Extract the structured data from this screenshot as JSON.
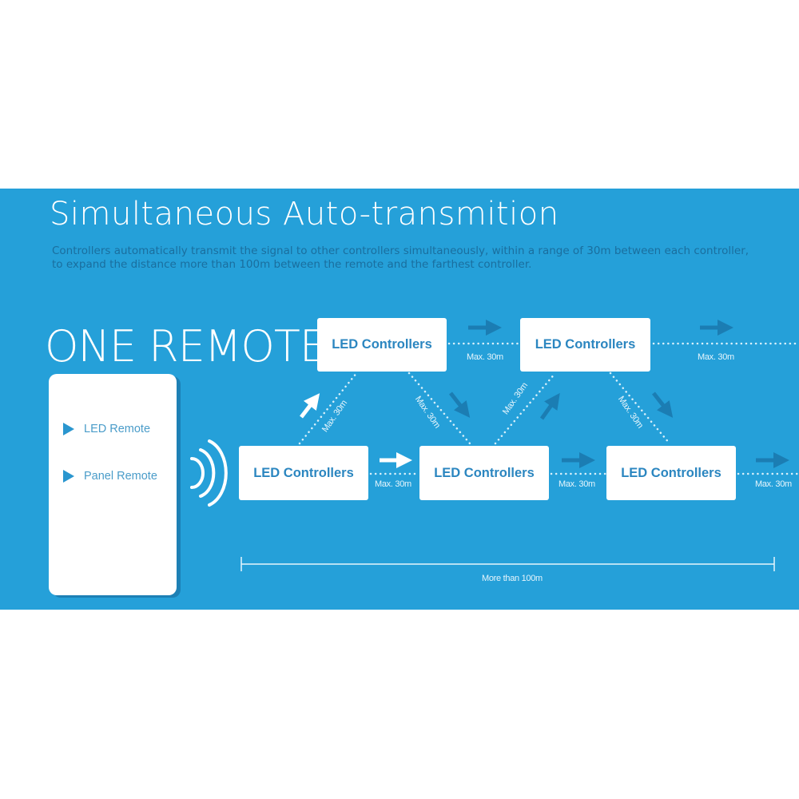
{
  "title": "Simultaneous Auto-transmition",
  "description": [
    "Controllers automatically transmit the signal to other controllers simultaneously, within a range of 30m between each controller,",
    "to expand the distance more than 100m between the remote and the farthest controller."
  ],
  "heading": "ONE REMOTE",
  "remote_items": [
    "LED Remote",
    "Panel Remote"
  ],
  "controller_label": "LED Controllers",
  "range_label": "Max. 30m",
  "total_label": "More than 100m",
  "colors": {
    "background": "#25a0d9",
    "box_text": "#2b86c0",
    "arrow_dark": "#1b7db3"
  }
}
